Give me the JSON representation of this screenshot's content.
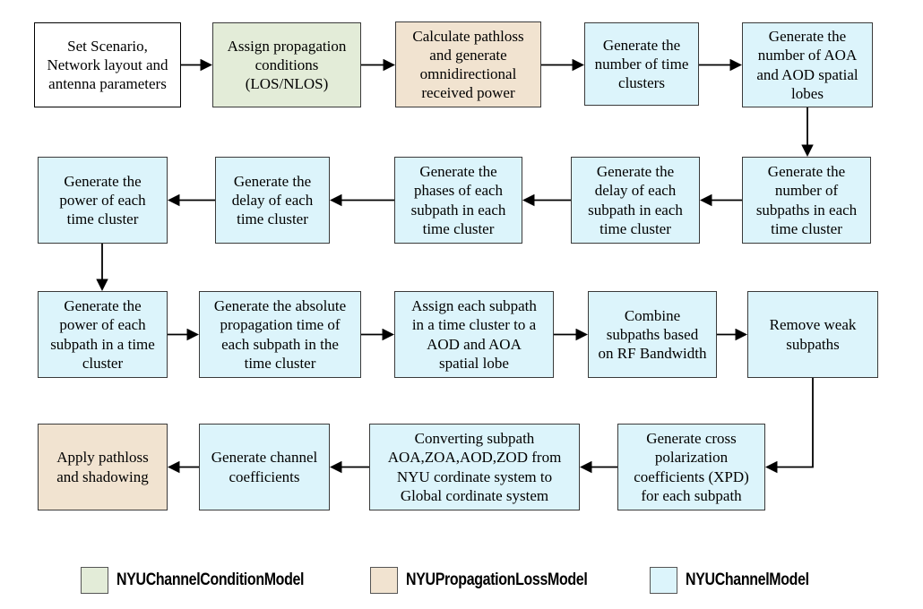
{
  "colors": {
    "condition": "#e3ecd8",
    "loss": "#f1e3d0",
    "channel": "#dcf4fb",
    "plain": "#ffffff",
    "border": "#3a3a3a",
    "arrow": "#000000"
  },
  "nodes": [
    {
      "label": "Set Scenario,\nNetwork layout and\nantenna parameters"
    },
    {
      "label": "Assign propagation\nconditions\n(LOS/NLOS)"
    },
    {
      "label": "Calculate pathloss\nand generate\nomnidirectional\nreceived power"
    },
    {
      "label": "Generate the\nnumber of time\nclusters"
    },
    {
      "label": "Generate the\nnumber of AOA\nand AOD spatial\nlobes"
    },
    {
      "label": "Generate the\nnumber of\nsubpaths in each\ntime cluster"
    },
    {
      "label": "Generate the\ndelay of each\nsubpath in each\ntime cluster"
    },
    {
      "label": "Generate the\nphases of each\nsubpath in each\ntime cluster"
    },
    {
      "label": "Generate the\ndelay of each\ntime cluster"
    },
    {
      "label": "Generate the\npower of each\ntime cluster"
    },
    {
      "label": "Generate the\npower of each\nsubpath in a time\ncluster"
    },
    {
      "label": "Generate the absolute\npropagation time of\neach subpath in the\ntime cluster"
    },
    {
      "label": "Assign each subpath\nin a time cluster to a\nAOD and AOA\nspatial lobe"
    },
    {
      "label": "Combine\nsubpaths based\non RF Bandwidth"
    },
    {
      "label": "Remove weak\nsubpaths"
    },
    {
      "label": "Generate cross\npolarization\ncoefficients (XPD)\nfor each subpath"
    },
    {
      "label": "Converting subpath\nAOA,ZOA,AOD,ZOD from\nNYU cordinate system to\nGlobal cordinate system"
    },
    {
      "label": "Generate channel\ncoefficients"
    },
    {
      "label": "Apply pathloss\nand shadowing"
    }
  ],
  "legend": {
    "items": [
      {
        "label": "NYUChannelConditionModel"
      },
      {
        "label": "NYUPropagationLossModel"
      },
      {
        "label": "NYUChannelModel"
      }
    ]
  }
}
